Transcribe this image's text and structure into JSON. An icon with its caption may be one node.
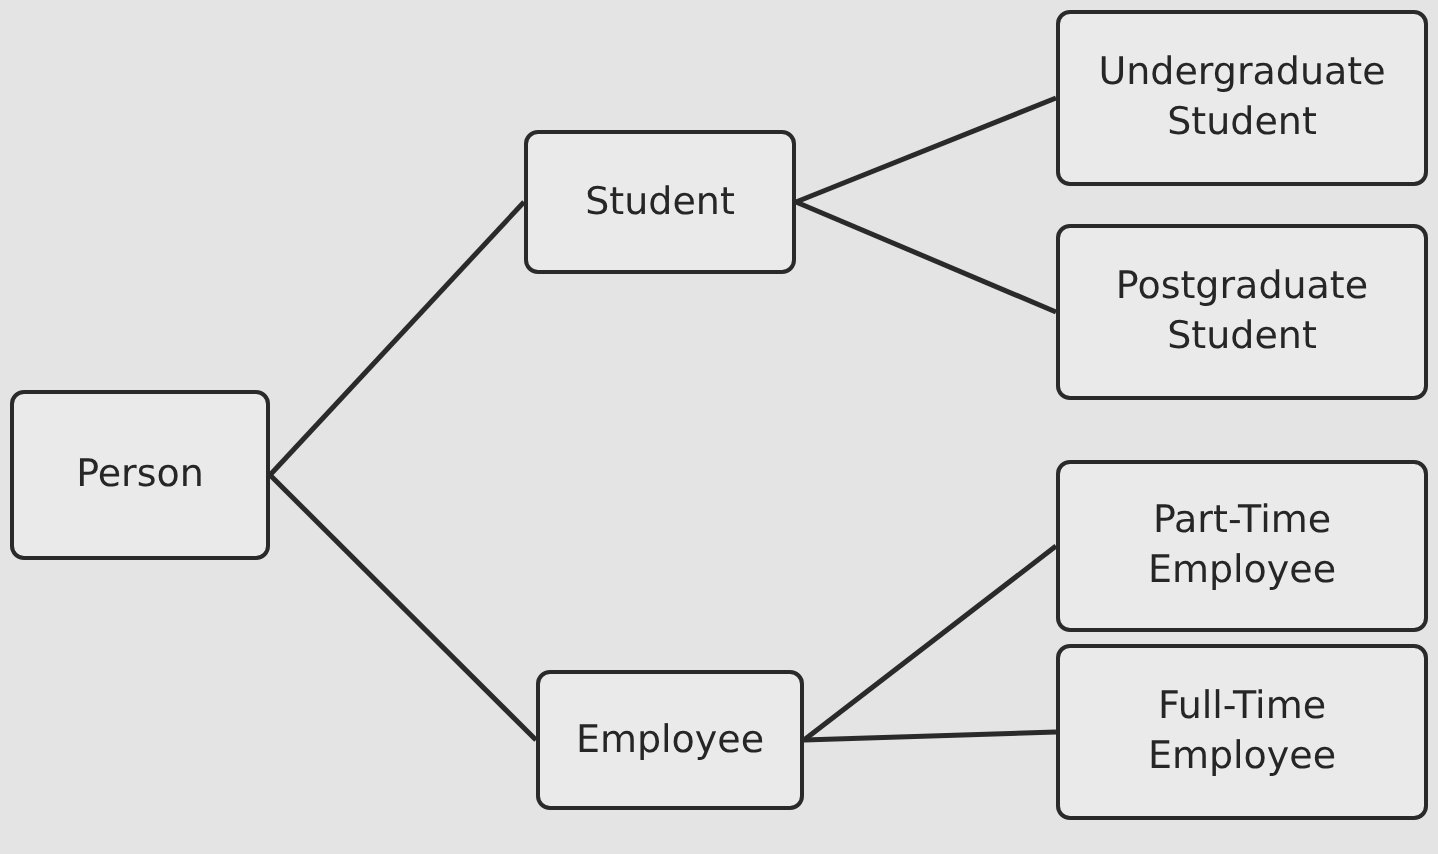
{
  "diagram": {
    "nodes": [
      {
        "text": [
          "Person"
        ]
      },
      {
        "text": [
          "Student"
        ]
      },
      {
        "text": [
          "Employee"
        ]
      },
      {
        "text": [
          "Undergraduate Student"
        ]
      },
      {
        "text": [
          "Postgraduate Student"
        ]
      },
      {
        "text": [
          "Part-Time Employee"
        ]
      },
      {
        "text": [
          "Full-Time Employee"
        ]
      }
    ],
    "edges": [
      {
        "from": 0,
        "to": 1,
        "arrow": "none"
      },
      {
        "from": 0,
        "to": 2,
        "arrow": "none"
      },
      {
        "from": 1,
        "to": 3,
        "arrow": "none"
      },
      {
        "from": 1,
        "to": 4,
        "arrow": "none"
      },
      {
        "from": 2,
        "to": 5,
        "arrow": "none"
      },
      {
        "from": 2,
        "to": 6,
        "arrow": "none"
      }
    ]
  }
}
